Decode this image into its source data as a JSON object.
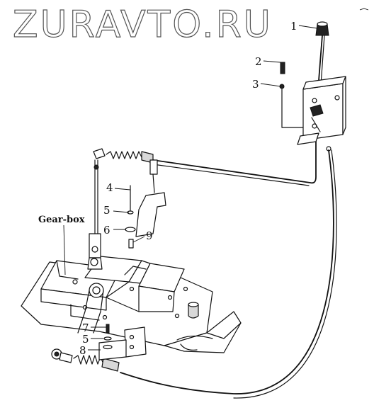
{
  "watermark": "ZURAVTO.RU",
  "labels": {
    "gearbox": "Gear-box"
  },
  "callouts": [
    {
      "id": "c1",
      "text": "1"
    },
    {
      "id": "c2",
      "text": "2"
    },
    {
      "id": "c3",
      "text": "3"
    },
    {
      "id": "c4",
      "text": "4"
    },
    {
      "id": "c5a",
      "text": "5"
    },
    {
      "id": "c6",
      "text": "6"
    },
    {
      "id": "c9",
      "text": "9"
    },
    {
      "id": "c7",
      "text": "7"
    },
    {
      "id": "c5b",
      "text": "5"
    },
    {
      "id": "c8",
      "text": "8"
    }
  ]
}
